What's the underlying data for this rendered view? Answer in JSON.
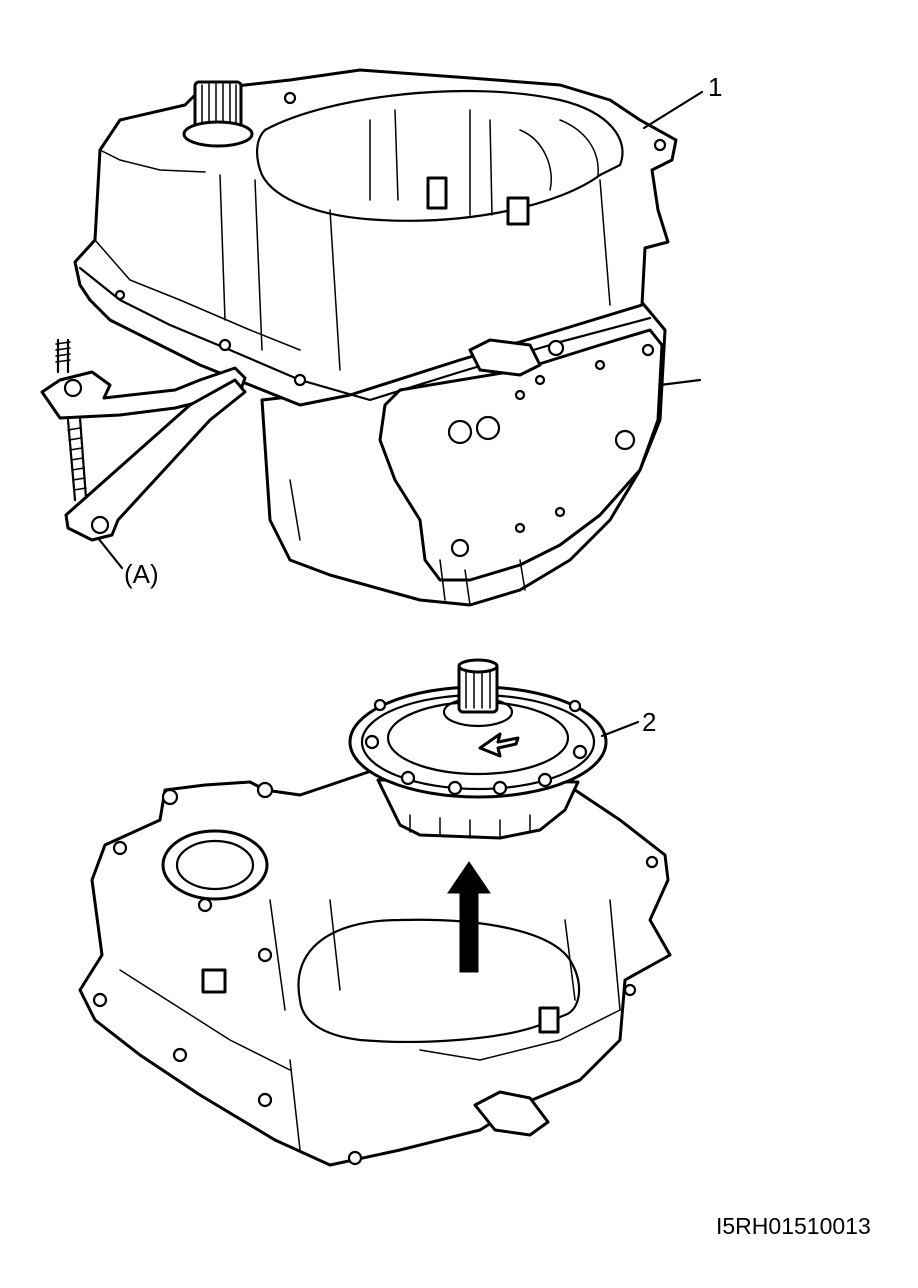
{
  "labels": {
    "part_1": "1",
    "part_2": "2",
    "tool_a": "(A)"
  },
  "figure_code": "I5RH01510013",
  "colors": {
    "line": "#000000",
    "background": "#ffffff"
  }
}
